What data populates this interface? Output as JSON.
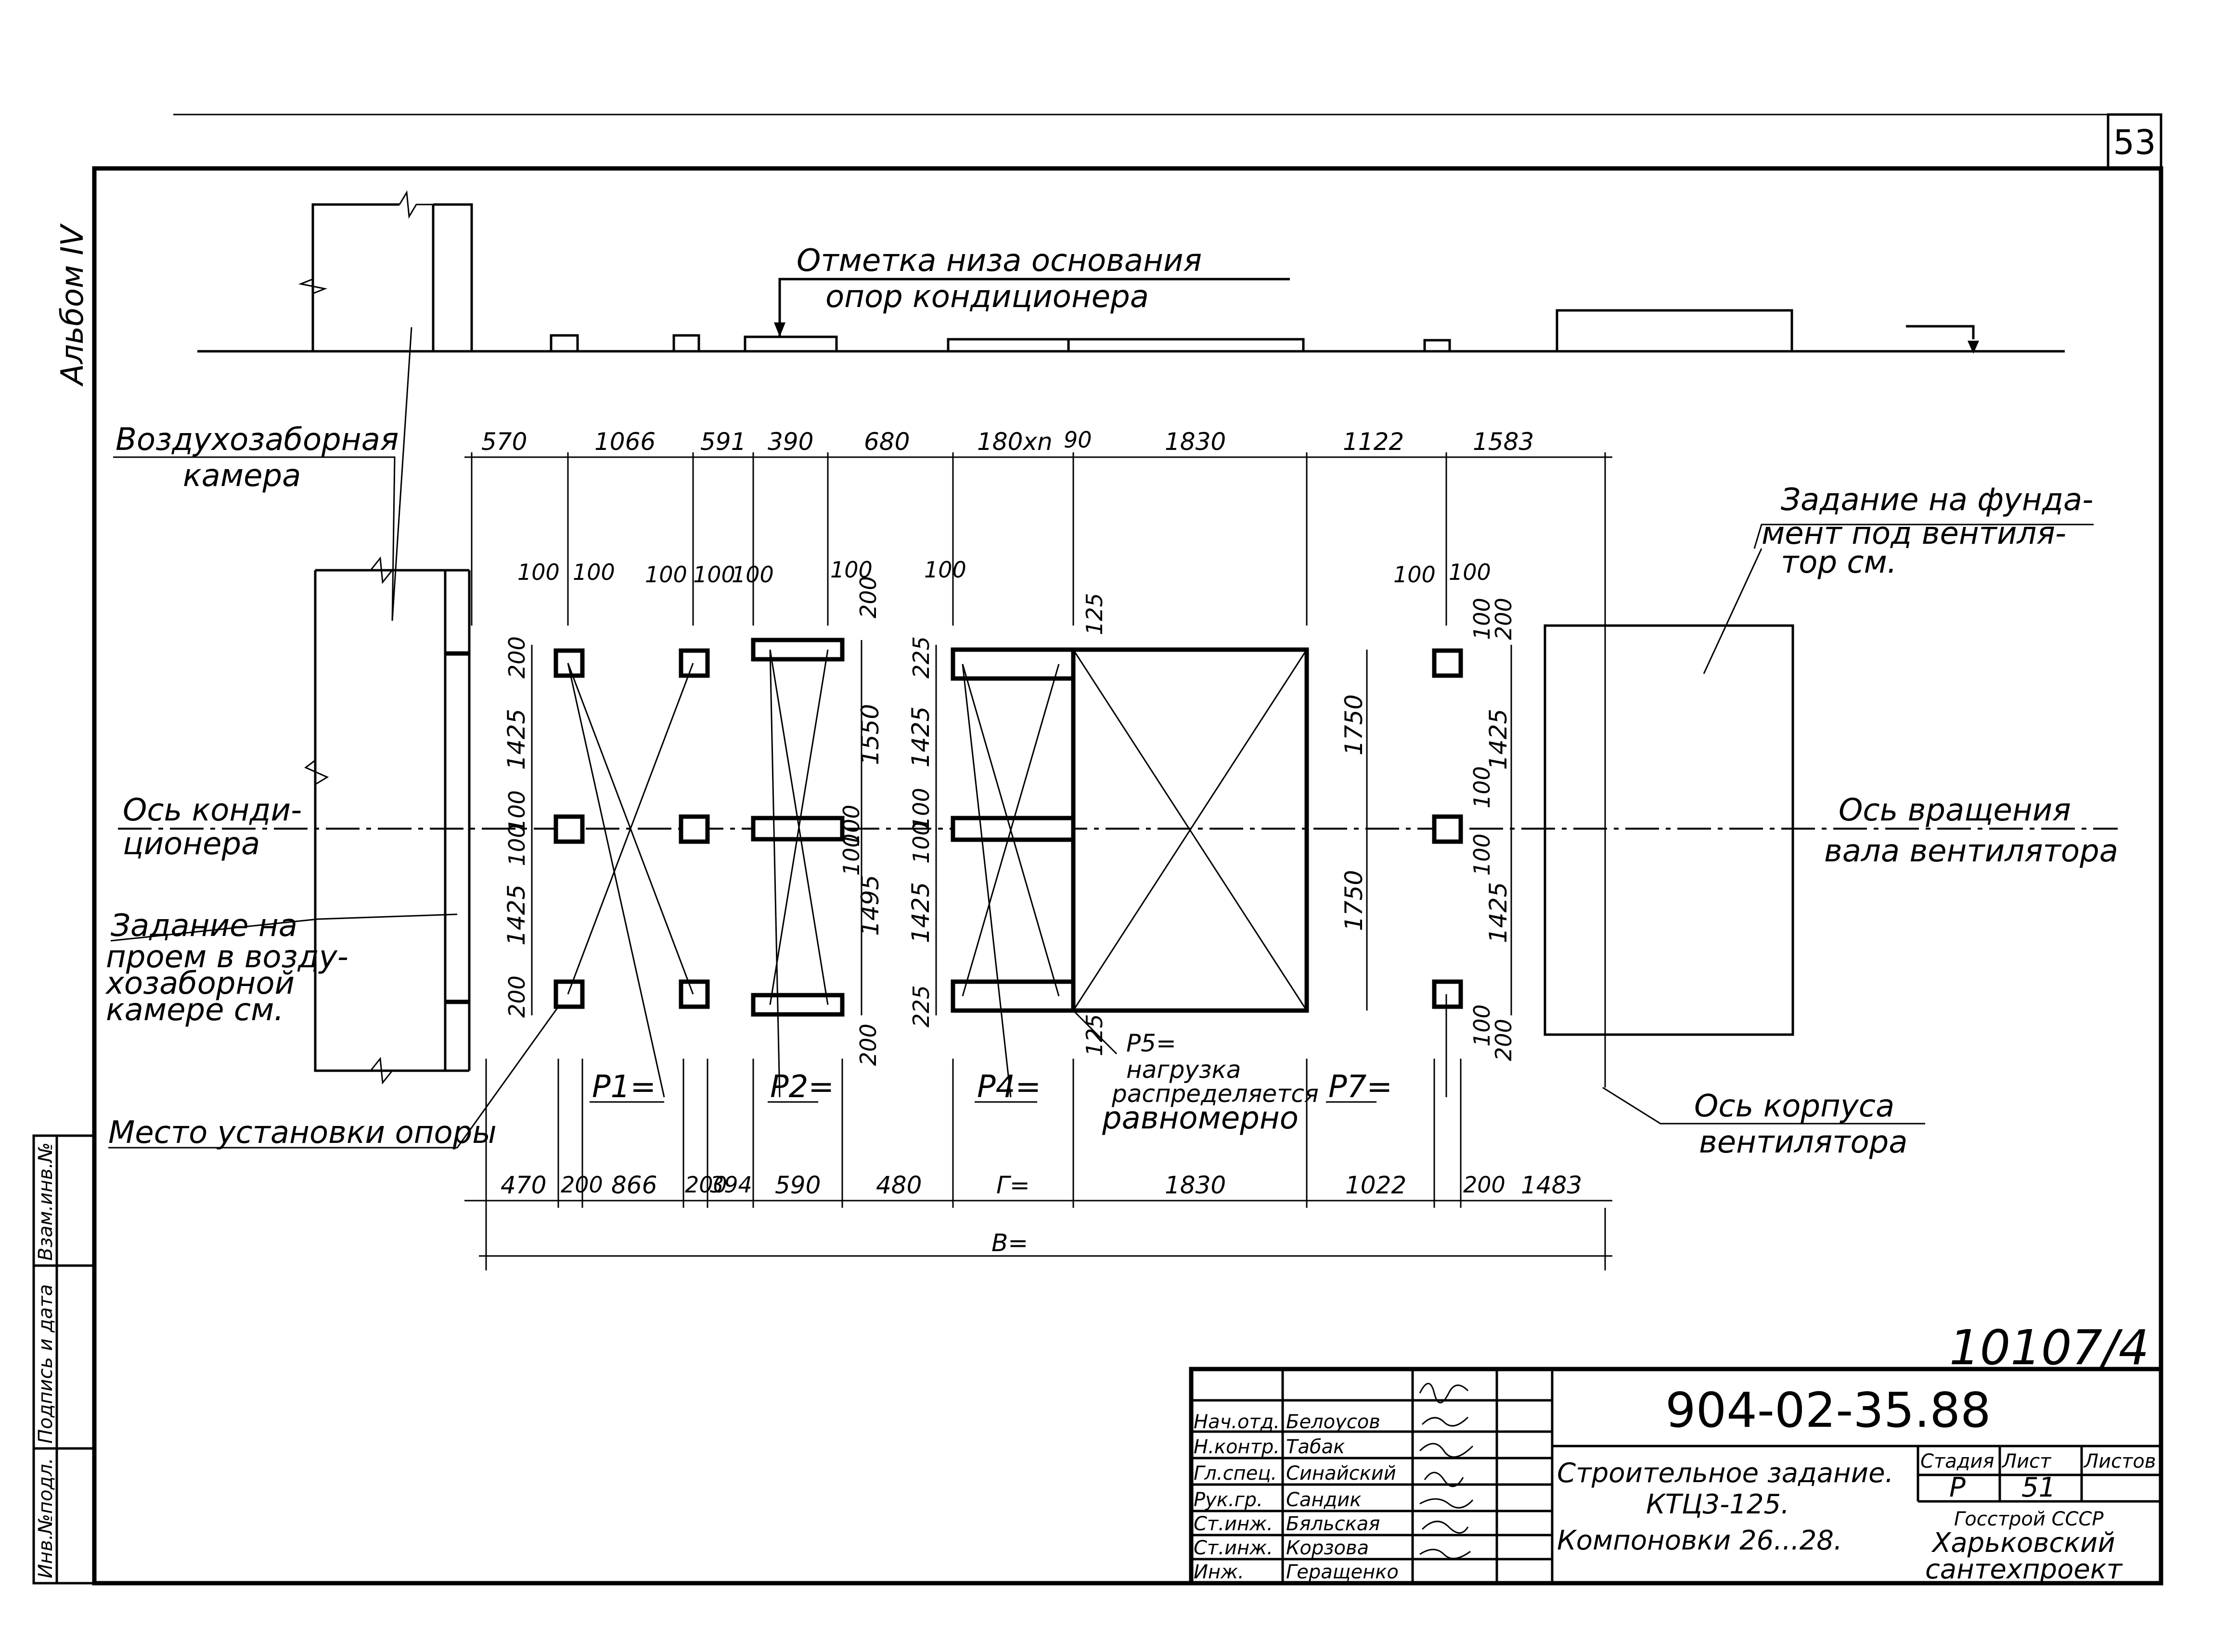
{
  "sheet_number": "53",
  "album": "Альбом IV",
  "labels": {
    "base_mark_1": "Отметка низа основания",
    "base_mark_2": "опор кондиционера",
    "intake_chamber_1": "Воздухозаборная",
    "intake_chamber_2": "камера",
    "fan_foundation_1": "Задание на фунда-",
    "fan_foundation_2": "мент под вентиля-",
    "fan_foundation_3": "тор см.",
    "conditioner_axis_1": "Ось конди-",
    "conditioner_axis_2": "ционера",
    "rotation_axis_1": "Ось вращения",
    "rotation_axis_2": "вала вентилятора",
    "opening_task_1": "Задание на",
    "opening_task_2": "проем в возду-",
    "opening_task_3": "хозаборной",
    "opening_task_4": "камере см.",
    "support_place": "Место установки опоры",
    "fan_body_axis_1": "Ось корпуса",
    "fan_body_axis_2": "вентилятора",
    "p1": "P1=",
    "p2": "P2=",
    "p4": "P4=",
    "p5_1": "P5=",
    "p5_2": "нагрузка",
    "p5_3": "распределяется",
    "p5_4": "равномерно",
    "p7": "P7=",
    "total_width": "B=",
    "g_dim": "Г="
  },
  "top_dimensions": [
    "570",
    "1066",
    "591",
    "390",
    "680",
    "180xn",
    "90",
    "1830",
    "1122",
    "1583"
  ],
  "bottom_dimensions": [
    "470",
    "200",
    "866",
    "200",
    "394",
    "590",
    "480",
    "1830",
    "1022",
    "200",
    "1483"
  ],
  "small_dimensions": {
    "d100": "100",
    "d200": "200",
    "d125": "125",
    "d225": "225",
    "d1425": "1425",
    "d1550": "1550",
    "d1495": "1495",
    "d1750": "1750"
  },
  "stamp": {
    "inventory_number": "10107/4",
    "designation": "904-02-35.88",
    "description_1": "Строительное задание.",
    "description_2": "КТЦ3-125.",
    "description_3": "Компоновки 26...28.",
    "header_stage": "Стадия",
    "header_sheet": "Лист",
    "header_sheets": "Листов",
    "stage": "Р",
    "sheet": "51",
    "org_1": "Госстрой СССР",
    "org_2": "Харьковский",
    "org_3": "сантехпроект",
    "people": [
      {
        "role": "Нач.отд.",
        "name": "Белоусов"
      },
      {
        "role": "Н.контр.",
        "name": "Табак"
      },
      {
        "role": "Гл.спец.",
        "name": "Синайский"
      },
      {
        "role": "Рук.гр.",
        "name": "Сандик"
      },
      {
        "role": "Ст.инж.",
        "name": "Бяльская"
      },
      {
        "role": "Ст.инж.",
        "name": "Корзова"
      },
      {
        "role": "Инж.",
        "name": "Геращенко"
      }
    ],
    "side_fields": [
      "Инв.№подл.",
      "Подпись и дата",
      "Взам.инв.№"
    ]
  }
}
